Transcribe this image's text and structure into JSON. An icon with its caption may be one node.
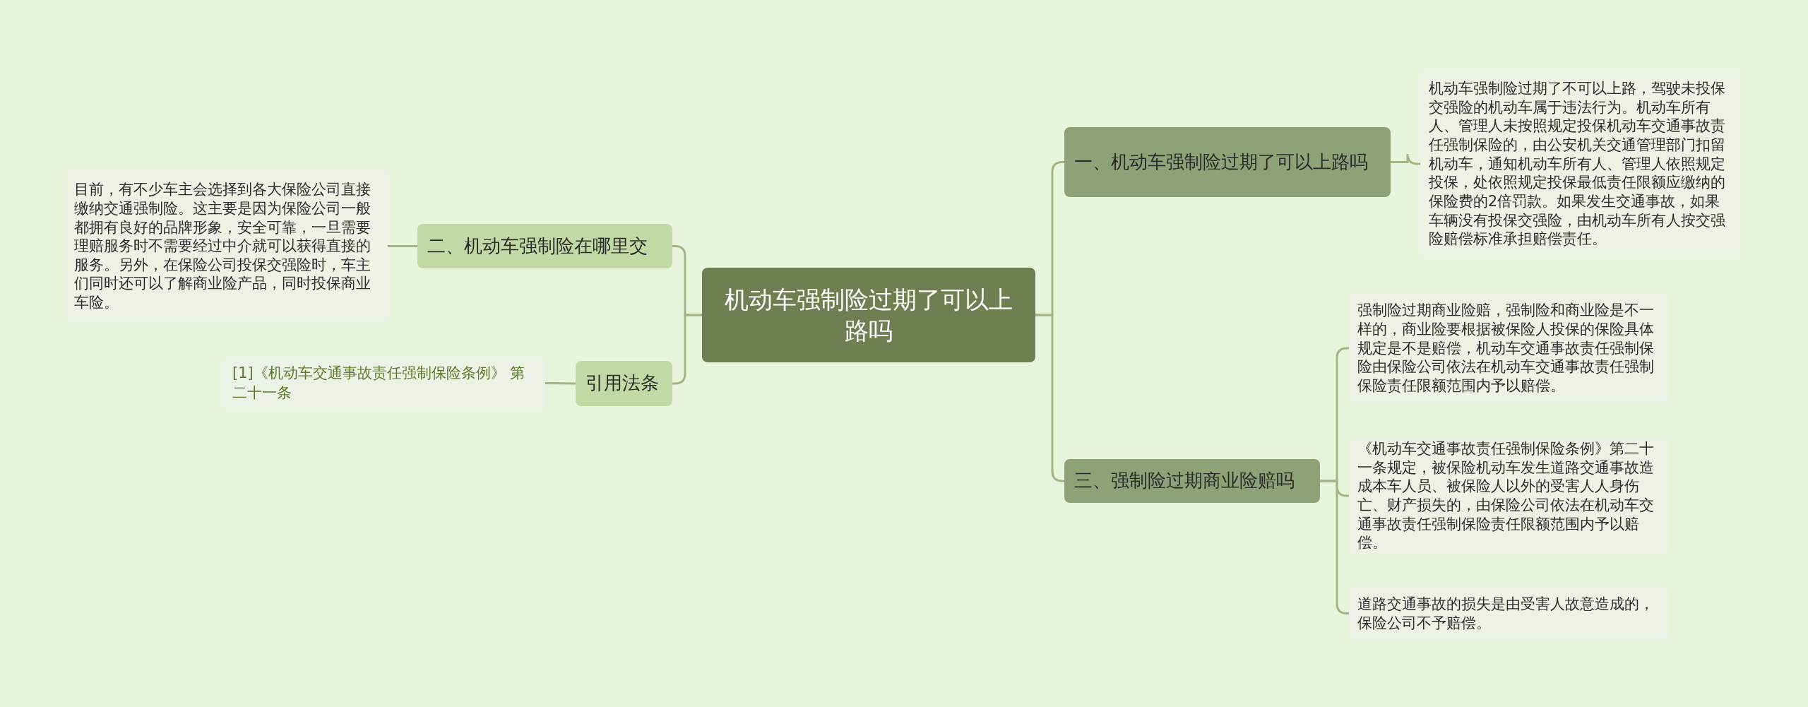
{
  "diagram": {
    "nodes": [
      {
        "text": [
          "机动车强制险过期了可以上路吗"
        ]
      },
      {
        "text": [
          "一、机动车强制险过期了可以上路吗"
        ]
      },
      {
        "text": [
          "机动车强制险过期了不可以上路，驾驶未投保交强险的机动车属于违法行为。机动车所有人、管理人未按照规定投保机动车交通事故责任强制保险的，由公安机关交通管理部门扣留机动车，通知机动车所有人、管理人依照规定投保，处依照规定投保最低责任限额应缴纳的保险费的2倍罚款。如果发生交通事故，如果车辆没有投保交强险，由机动车所有人按交强险赔偿标准承担赔偿责任。"
        ]
      },
      {
        "text": [
          "三、强制险过期商业险赔吗"
        ]
      },
      {
        "text": [
          "强制险过期商业险赔，强制险和商业险是不一样的，商业险要根据被保险人投保的保险具体规定是不是赔偿，机动车交通事故责任强制保险由保险公司依法在机动车交通事故责任强制保险责任限额范围内予以赔偿。"
        ]
      },
      {
        "text": [
          "《机动车交通事故责任强制保险条例》第二十一条规定，被保险机动车发生道路交通事故造成本车人员、被保险人以外的受害人人身伤亡、财产损失的，由保险公司依法在机动车交通事故责任强制保险责任限额范围内予以赔偿。"
        ]
      },
      {
        "text": [
          "道路交通事故的损失是由受害人故意造成的，保险公司不予赔偿。"
        ]
      },
      {
        "text": [
          "二、机动车强制险在哪里交"
        ]
      },
      {
        "text": [
          "目前，有不少车主会选择到各大保险公司直接缴纳交通强制险。这主要是因为保险公司一般都拥有良好的品牌形象，安全可靠，一旦需要理赔服务时不需要经过中介就可以获得直接的服务。另外，在保险公司投保交强险时，车主们同时还可以了解商业险产品，同时投保商业车险。"
        ]
      },
      {
        "text": [
          "引用法条"
        ]
      },
      {
        "text": [
          "[1]《机动车交通事故责任强制保险条例》 第二十一条"
        ]
      }
    ],
    "edges": [
      {
        "from": 0,
        "to": 1,
        "arrow": "none"
      },
      {
        "from": 1,
        "to": 2,
        "arrow": "none"
      },
      {
        "from": 0,
        "to": 3,
        "arrow": "none"
      },
      {
        "from": 3,
        "to": 4,
        "arrow": "none"
      },
      {
        "from": 3,
        "to": 5,
        "arrow": "none"
      },
      {
        "from": 3,
        "to": 6,
        "arrow": "none"
      },
      {
        "from": 0,
        "to": 7,
        "arrow": "none"
      },
      {
        "from": 7,
        "to": 8,
        "arrow": "none"
      },
      {
        "from": 0,
        "to": 9,
        "arrow": "none"
      },
      {
        "from": 9,
        "to": 10,
        "arrow": "none"
      }
    ]
  }
}
